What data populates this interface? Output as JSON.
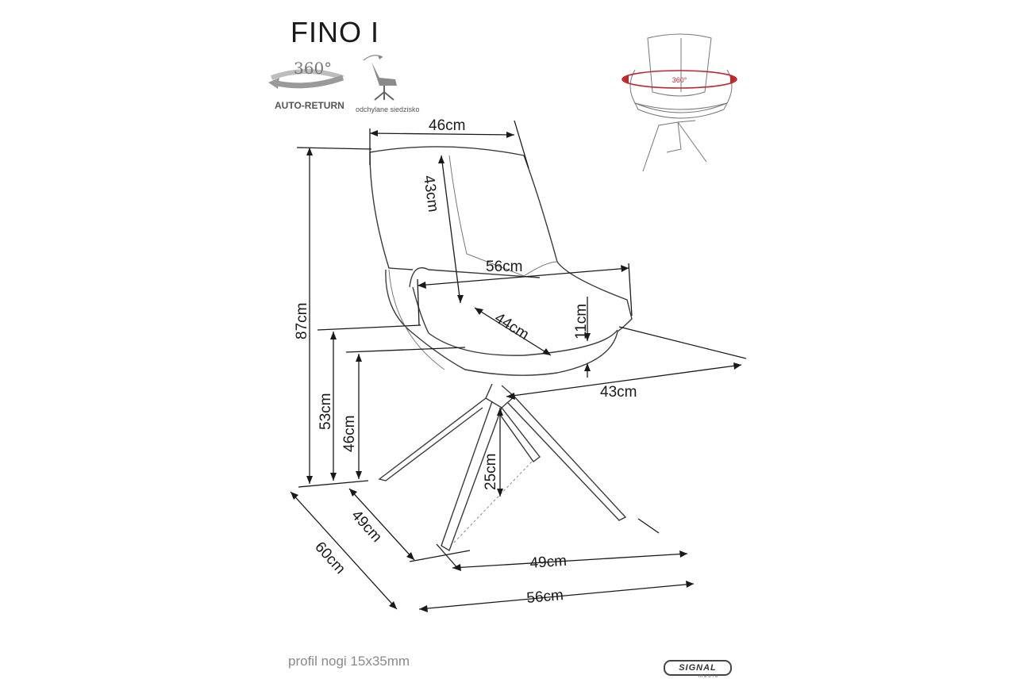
{
  "product": {
    "title": "FINO I"
  },
  "features": {
    "rotation_degrees": "360°",
    "auto_return_label": "AUTO-RETURN",
    "recline_label": "odchylane siedzisko",
    "preview_rotation_label": "360°"
  },
  "dimensions": {
    "back_width": "46cm",
    "back_height": "43cm",
    "seat_width": "56cm",
    "seat_depth": "44cm",
    "armrest_height": "11cm",
    "seat_side_depth": "43cm",
    "total_height": "87cm",
    "armrest_floor_height": "53cm",
    "seat_height": "46cm",
    "leg_clearance": "25cm",
    "base_depth_inner": "49cm",
    "base_depth_outer": "60cm",
    "base_width_inner": "49cm",
    "base_width_outer": "56cm"
  },
  "footer": {
    "leg_profile": "profil nogi 15x35mm",
    "brand": "SIGNAL",
    "brand_sub": "meble"
  },
  "colors": {
    "line": "#1a1a1a",
    "rotation_accent": "#c0272d"
  },
  "icons": [
    "rotation-arrow-icon",
    "recline-chair-icon",
    "chair-preview-icon"
  ]
}
